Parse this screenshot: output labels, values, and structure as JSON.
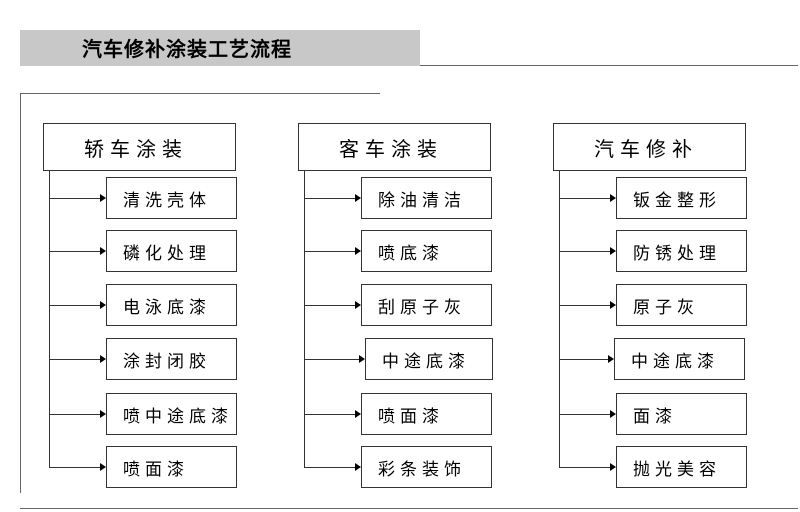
{
  "title": "汽车修补涂装工艺流程",
  "columns": [
    {
      "header": "轿车涂装",
      "steps": [
        "清洗壳体",
        "磷化处理",
        "电泳底漆",
        "涂封闭胶",
        "喷中途底漆",
        "喷面漆"
      ]
    },
    {
      "header": "客车涂装",
      "steps": [
        "除油清洁",
        "喷底漆",
        "刮原子灰",
        "中途底漆",
        "喷面漆",
        "彩条装饰"
      ]
    },
    {
      "header": "汽车修补",
      "steps": [
        "钣金整形",
        "防锈处理",
        "原子灰",
        "中途底漆",
        "面漆",
        "抛光美容"
      ]
    }
  ]
}
